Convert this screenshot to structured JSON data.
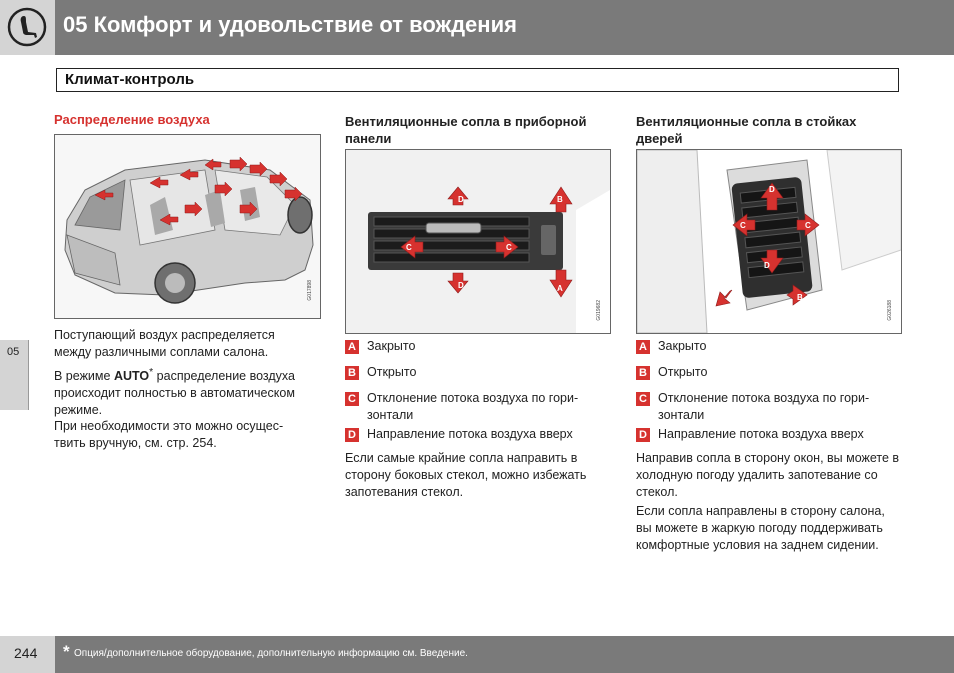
{
  "header": {
    "chapter_title": "05 Комфорт и удовольствие от вождения"
  },
  "section": {
    "title": "Климат-контроль"
  },
  "side_tab": {
    "label": "05"
  },
  "columns": {
    "left": {
      "heading": "Распределение воздуха",
      "figure_code": "G017898",
      "paragraphs": [
        "Поступающий воздух распределяется между различными соплами салона.",
        "распределение воздуха происходит полностью в автоматическом режиме.",
        "При необходимости это можно осущес-твить вручную, см. стр. 254."
      ],
      "auto_prefix": "В режиме ",
      "auto_word": "AUTO",
      "auto_star": "*"
    },
    "middle": {
      "heading": "Вентиляционные сопла в приборной панели",
      "figure_code": "G019682",
      "legend": [
        {
          "key": "A",
          "text": "Закрыто"
        },
        {
          "key": "B",
          "text": "Открыто"
        },
        {
          "key": "C",
          "text": "Отклонение потока воздуха по гори-зонтали"
        },
        {
          "key": "D",
          "text": "Направление потока воздуха вверх"
        }
      ],
      "paragraphs": [
        "Если самые крайние сопла направить в сторону боковых стекол, можно избежать запотевания стекол."
      ]
    },
    "right": {
      "heading": "Вентиляционные сопла в стойках дверей",
      "figure_code": "G026188",
      "legend": [
        {
          "key": "A",
          "text": "Закрыто"
        },
        {
          "key": "B",
          "text": "Открыто"
        },
        {
          "key": "C",
          "text": "Отклонение потока воздуха по гори-зонтали"
        },
        {
          "key": "D",
          "text": "Направление потока воздуха вверх"
        }
      ],
      "paragraphs": [
        "Направив сопла в сторону окон, вы можете в холодную погоду удалить запотевание со стекол.",
        "Если сопла направлены в сторону салона, вы можете в жаркую погоду поддерживать комфортные условия на заднем сидении."
      ]
    }
  },
  "footer": {
    "page_number": "244",
    "footnote_star": "*",
    "footnote_text": "Опция/дополнительное оборудование, дополнительную информацию см. Введение."
  },
  "colors": {
    "accent_red": "#d6322f",
    "header_gray": "#7a7a7a",
    "tab_gray": "#d4d4d4"
  }
}
